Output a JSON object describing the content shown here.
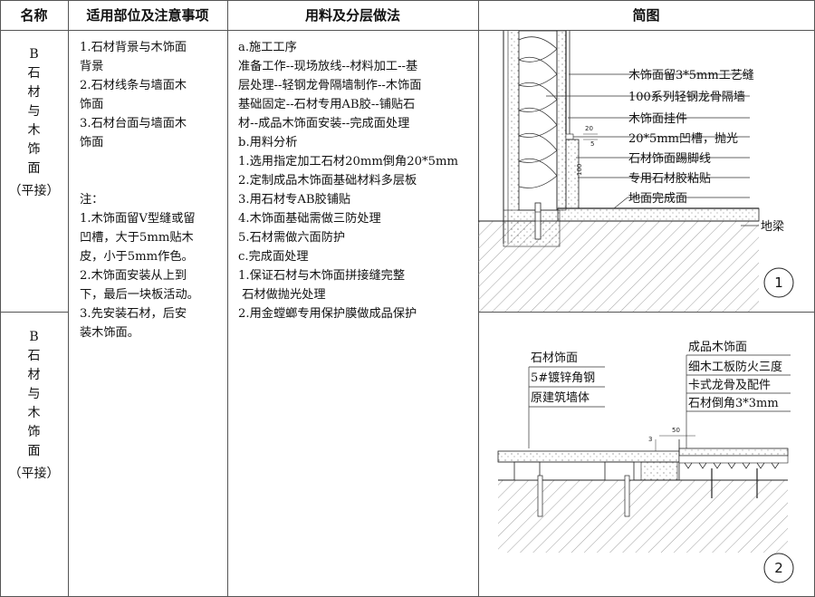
{
  "header": {
    "name": "名称",
    "scope": "适用部位及注意事项",
    "method": "用料及分层做法",
    "sketch": "简图"
  },
  "rows": [
    {
      "name_chars": [
        "B",
        "石",
        "材",
        "与",
        "木",
        "饰",
        "面"
      ],
      "name_sub": "（平接）"
    },
    {
      "name_chars": [
        "B",
        "石",
        "材",
        "与",
        "木",
        "饰",
        "面"
      ],
      "name_sub": "（平接）"
    }
  ],
  "scope_lines": [
    "1.石材背景与木饰面",
    "背景",
    "2.石材线条与墙面木",
    "饰面",
    "3.石材台面与墙面木",
    "饰面",
    "",
    "",
    "注：",
    "1.木饰面留V型缝或留",
    "凹槽，大于5mm贴木",
    "皮，小于5mm作色。",
    "2.木饰面安装从上到",
    "下，最后一块板活动。",
    "3.先安装石材，后安",
    "装木饰面。"
  ],
  "method_lines": [
    "a.施工工序",
    "准备工作--现场放线--材料加工--基",
    "层处理--轻钢龙骨隔墙制作--木饰面",
    "基础固定--石材专用AB胶--铺贴石",
    "材--成品木饰面安装--完成面处理",
    "b.用料分析",
    "1.选用指定加工石材20mm倒角20*5mm",
    "2.定制成品木饰面基础材料多层板",
    "3.用石材专AB胶铺贴",
    "4.木饰面基础需做三防处理",
    "5.石材需做六面防护",
    "c.完成面处理",
    "1.保证石材与木饰面拼接缝完整",
    " 石材做抛光处理",
    "2.用金螳螂专用保护膜做成品保护"
  ],
  "sketch1": {
    "labels": [
      "木饰面留3*5mm工艺缝",
      "100系列轻钢龙骨隔墙",
      "木饰面挂件",
      "20*5mm凹槽，抛光",
      "石材饰面踢脚线",
      "专用石材胶粘贴",
      "地面完成面"
    ],
    "beam_label": "地梁",
    "dims": [
      "20",
      "5",
      "100"
    ],
    "number": "1"
  },
  "sketch2": {
    "left_labels": [
      "石材饰面",
      "5#镀锌角钢",
      "原建筑墙体"
    ],
    "right_labels": [
      "成品木饰面",
      "细木工板防火三度",
      "卡式龙骨及配件",
      "石材倒角3*3mm"
    ],
    "dims": [
      "3",
      "50"
    ],
    "number": "2"
  }
}
